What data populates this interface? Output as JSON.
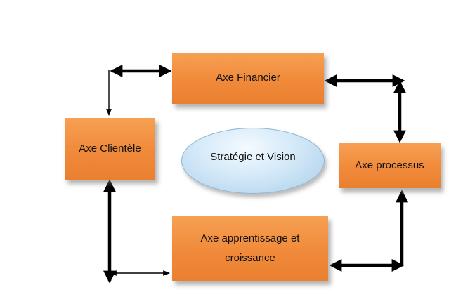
{
  "diagram": {
    "center": {
      "label": "Stratégie et Vision"
    },
    "boxes": {
      "financier": "Axe Financier",
      "clientele": "Axe Clientèle",
      "processus": "Axe processus",
      "apprentissage": "Axe apprentissage et\ncroissance"
    },
    "colors": {
      "box_fill": "#f08a3a",
      "ellipse_fill": "#cfe4f5",
      "arrow": "#000000"
    },
    "connections": [
      {
        "from": "financier",
        "to": "clientele",
        "style": "double-headed then single arrow"
      },
      {
        "from": "financier",
        "to": "processus",
        "style": "double-headed"
      },
      {
        "from": "processus",
        "to": "apprentissage",
        "style": "double-headed"
      },
      {
        "from": "apprentissage",
        "to": "clientele",
        "style": "double-headed"
      }
    ]
  }
}
